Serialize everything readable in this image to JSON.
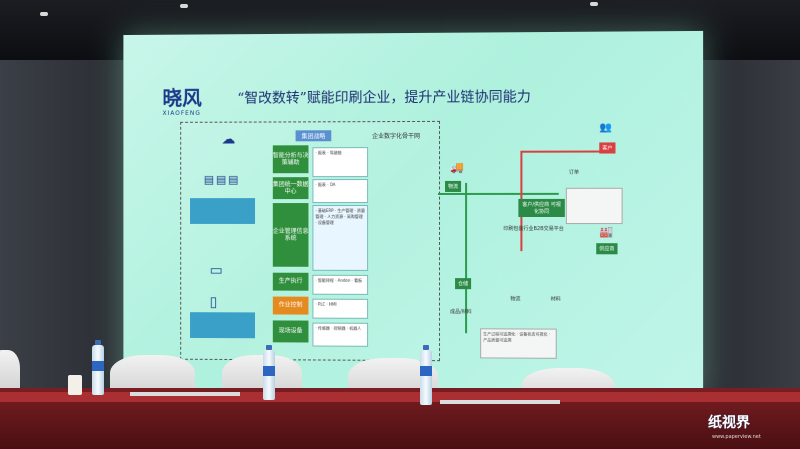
{
  "slide": {
    "logo_text": "晓风",
    "logo_sub": "XIAOFENG",
    "title": "“智改数转”赋能印刷企业，提升产业链协同能力",
    "group_strategy": "集团战略",
    "backbone": "企业数字化骨干网",
    "modules": [
      "智能分析与决策辅助",
      "集团统一数据中心",
      "企业管理信息系统",
      "生产执行",
      "作业控制",
      "现场设备"
    ],
    "panels": [
      "· 报表 · 驾驶舱",
      "· 报表 · OA",
      "· 基础ERP  · 生产管理  · 质量管理  · 人力资源  · 采购管理  · 设备管理",
      "· 智能排程 · Andon · 看板",
      "· PLC · HMI",
      "· 传感器 · 控制器 · 机器人"
    ],
    "right_labels": {
      "customer": "客户",
      "supplier": "供应商",
      "platform": "客户/供应商 可视化协同",
      "b2b": "印刷包装行业B2B交易平台",
      "logistics": "物流",
      "order": "订单",
      "warehouse": "仓储",
      "material": "材料",
      "finished": "成品/材料",
      "traceability": "生产过程可追溯化 · 设备状态可视化 · 产品质量可追溯"
    }
  },
  "watermark": {
    "text": "纸视界",
    "url": "www.paperview.net"
  }
}
